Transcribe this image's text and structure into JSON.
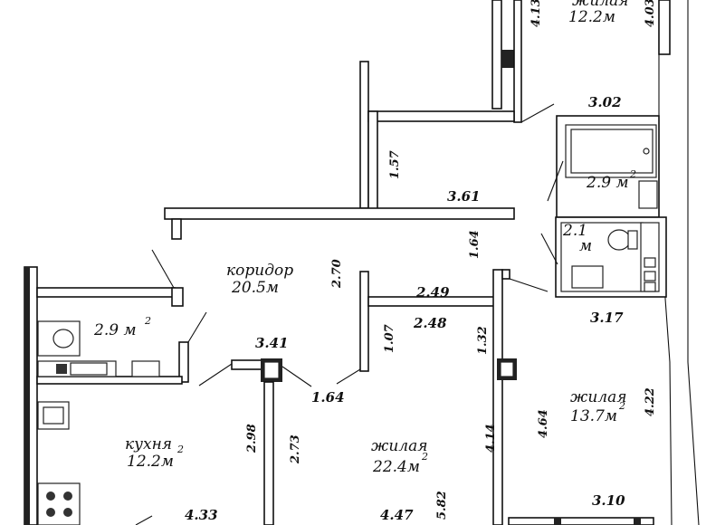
{
  "rooms": {
    "bedroom_top": {
      "name": "жилая",
      "area": "12.2м"
    },
    "bathroom": {
      "area": "2.9 м",
      "sup": "2"
    },
    "toilet": {
      "area": "2.1",
      "unit": "м"
    },
    "corridor": {
      "name": "коридор",
      "area": "20.5м"
    },
    "bathroom_left": {
      "area": "2.9 м",
      "sup": "2"
    },
    "kitchen": {
      "name": "кухня",
      "area": "12.2м",
      "sup": "2"
    },
    "living_center": {
      "name": "жилая",
      "area": "22.4м",
      "sup": "2"
    },
    "living_right": {
      "name": "жилая",
      "area": "13.7м",
      "sup": "2"
    }
  },
  "dimensions": {
    "d_4_13": "4.13",
    "d_4_03": "4.03",
    "d_3_02": "3.02",
    "d_1_57": "1.57",
    "d_3_61": "3.61",
    "d_1_64_v": "1.64",
    "d_2_70": "2.70",
    "d_2_49": "2.49",
    "d_2_48": "2.48",
    "d_3_17": "3.17",
    "d_1_07": "1.07",
    "d_1_32": "1.32",
    "d_3_41": "3.41",
    "d_1_64_h": "1.64",
    "d_2_98": "2.98",
    "d_2_73": "2.73",
    "d_4_14": "4.14",
    "d_4_64": "4.64",
    "d_4_22": "4.22",
    "d_4_33": "4.33",
    "d_4_47": "4.47",
    "d_5_82": "5.82",
    "d_3_10": "3.10"
  }
}
